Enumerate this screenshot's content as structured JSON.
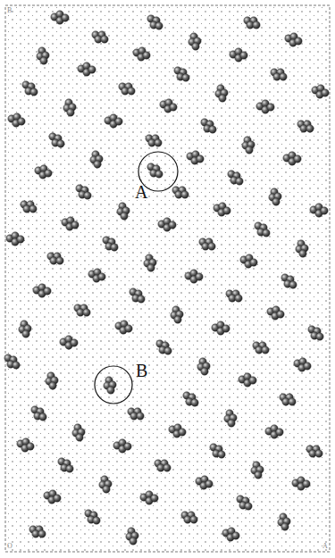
{
  "diagram": {
    "labels": [
      "B",
      "A",
      "B",
      "O",
      "A"
    ]
  }
}
